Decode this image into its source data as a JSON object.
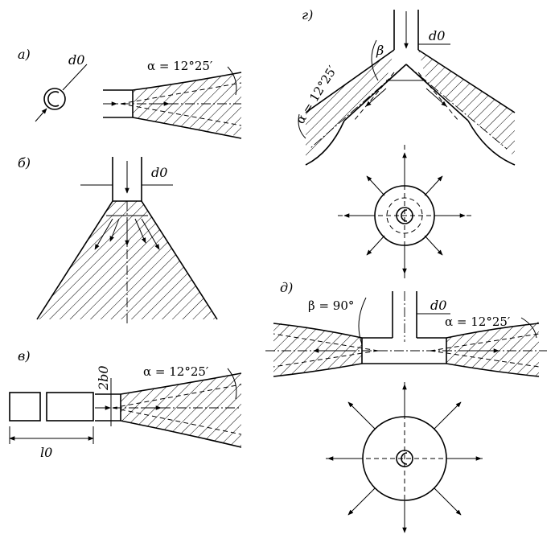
{
  "labels": {
    "a": "а)",
    "b": "б)",
    "v": "в)",
    "g": "г)",
    "d": "д)"
  },
  "dims": {
    "d0": "d0",
    "two_b0": "2b0",
    "l0": "l0",
    "alpha": "α = 12°25′",
    "beta": "β",
    "beta90": "β = 90°"
  }
}
